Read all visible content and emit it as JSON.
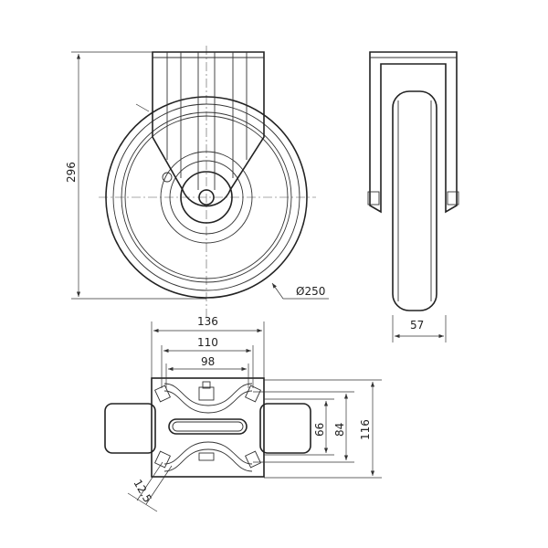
{
  "title": "Fixed castor technical drawing",
  "dimensions": {
    "overall_height": "296",
    "wheel_diameter": "Ø250",
    "wheel_width": "57",
    "plate_width": "136",
    "hole_spacing_outer": "110",
    "hole_spacing_inner": "98",
    "slot_spacing_inner": "66",
    "hole_spacing_vertical": "84",
    "plate_length": "116",
    "bolt_hole": "12.5"
  },
  "views": [
    "front-view",
    "side-view",
    "top-plate-view"
  ],
  "colors": {
    "line": "#222222",
    "background": "#ffffff"
  }
}
